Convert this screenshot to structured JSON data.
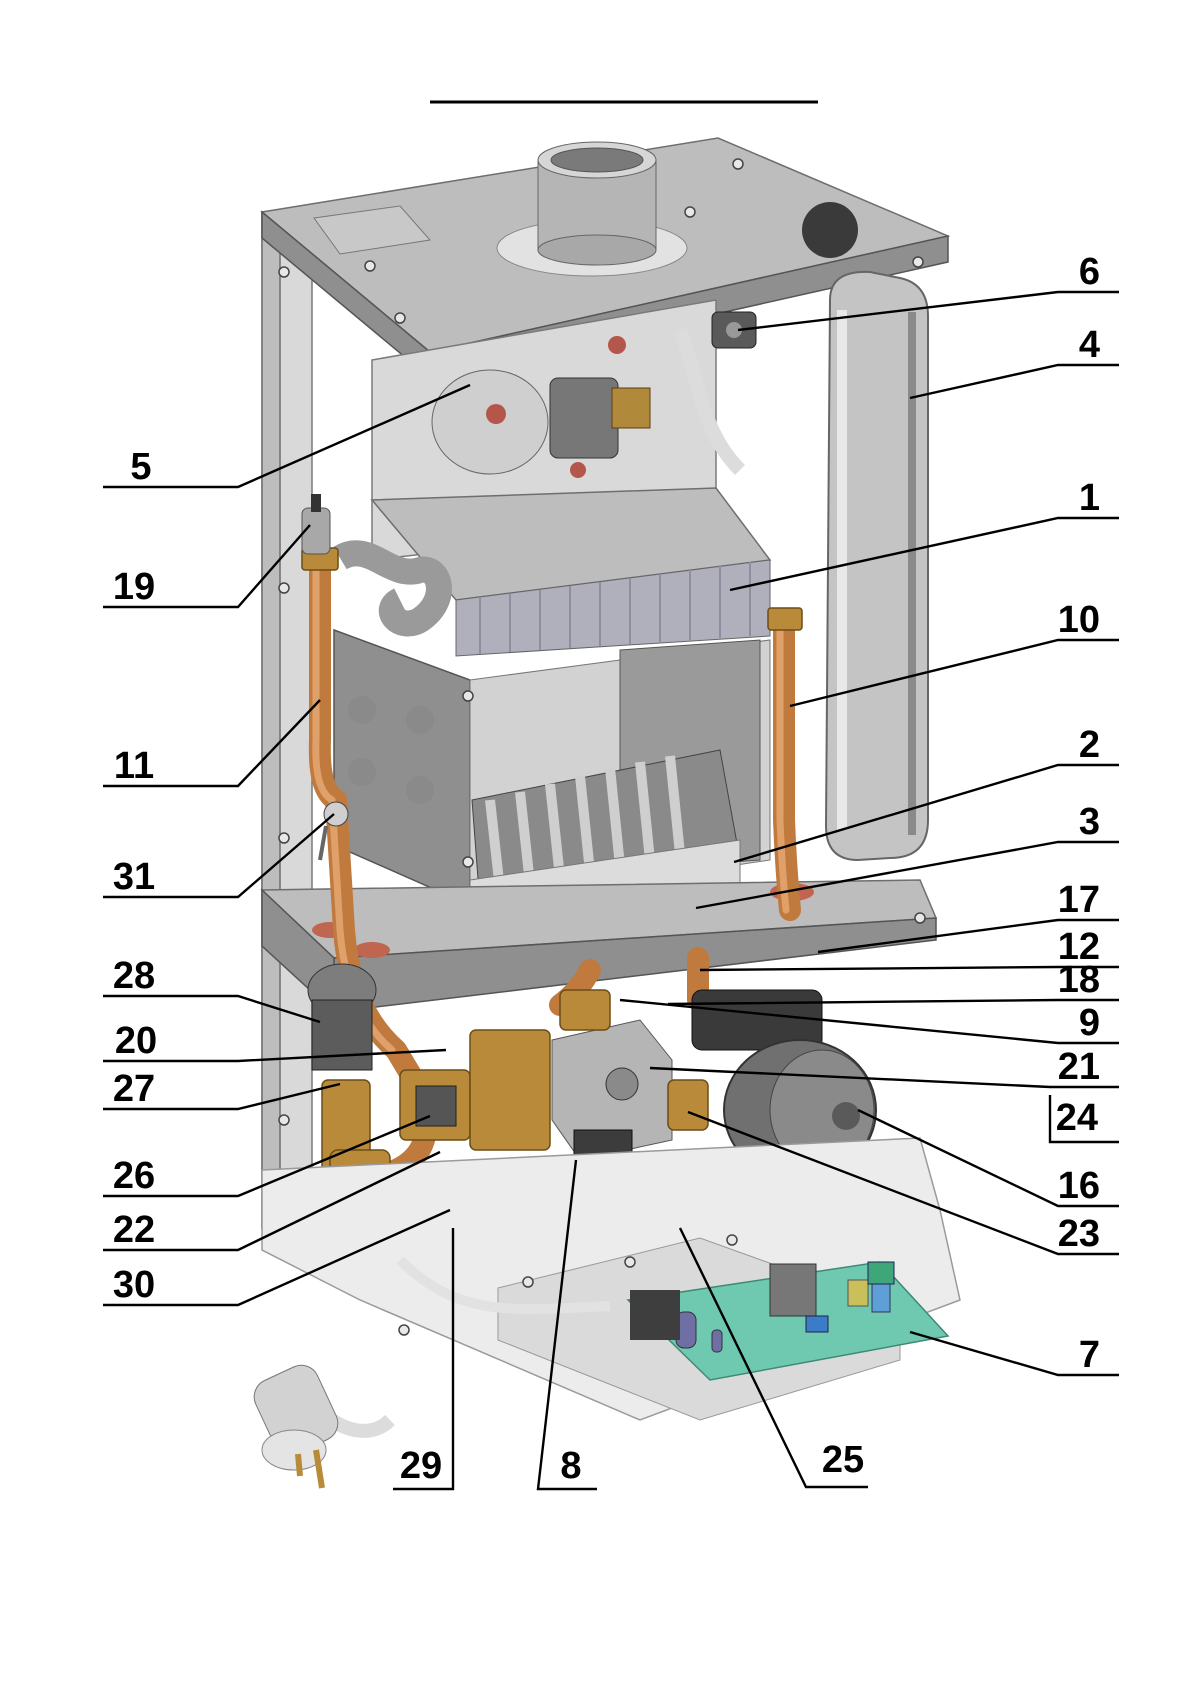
{
  "diagram": {
    "title_rule": "",
    "subject": "Gas boiler internal components (exploded view)",
    "colors": {
      "copper": "#c07a3e",
      "body": "#bdbdbd",
      "pcb": "#6fc8b0",
      "brass": "#b88a3a",
      "label": "#000000"
    },
    "callouts": {
      "left": [
        {
          "id": "5",
          "text": "5"
        },
        {
          "id": "19",
          "text": "19"
        },
        {
          "id": "11",
          "text": "11"
        },
        {
          "id": "31",
          "text": "31"
        },
        {
          "id": "28",
          "text": "28"
        },
        {
          "id": "20",
          "text": "20"
        },
        {
          "id": "27",
          "text": "27"
        },
        {
          "id": "26",
          "text": "26"
        },
        {
          "id": "22",
          "text": "22"
        },
        {
          "id": "30",
          "text": "30"
        }
      ],
      "right": [
        {
          "id": "6",
          "text": "6"
        },
        {
          "id": "4",
          "text": "4"
        },
        {
          "id": "1",
          "text": "1"
        },
        {
          "id": "10",
          "text": "10"
        },
        {
          "id": "2",
          "text": "2"
        },
        {
          "id": "3",
          "text": "3"
        },
        {
          "id": "17",
          "text": "17"
        },
        {
          "id": "12",
          "text": "12"
        },
        {
          "id": "18",
          "text": "18"
        },
        {
          "id": "9",
          "text": "9"
        },
        {
          "id": "21",
          "text": "21"
        },
        {
          "id": "24",
          "text": "24"
        },
        {
          "id": "16",
          "text": "16"
        },
        {
          "id": "23",
          "text": "23"
        },
        {
          "id": "7",
          "text": "7"
        }
      ],
      "bottom": [
        {
          "id": "29",
          "text": "29"
        },
        {
          "id": "8",
          "text": "8"
        },
        {
          "id": "25",
          "text": "25"
        }
      ]
    }
  }
}
